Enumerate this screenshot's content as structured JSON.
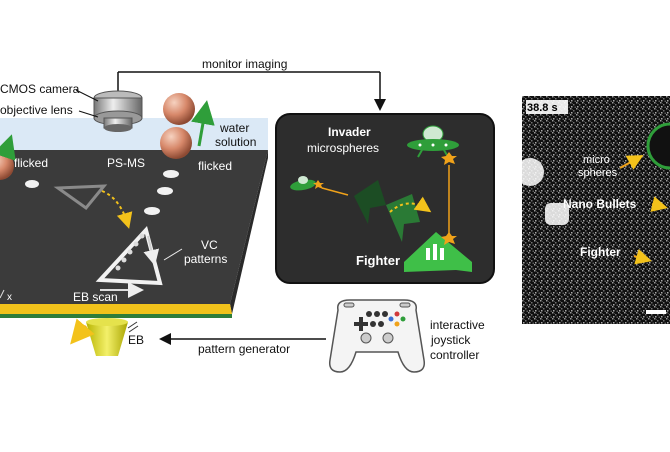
{
  "left_panel": {
    "camera_label": "CMOS camera",
    "lens_label": "objective lens",
    "water_label_line1": "water",
    "water_label_line2": "solution",
    "psms_label": "PS-MS",
    "flicked_left": "flicked",
    "flicked_right": "flicked",
    "vc_label_line1": "VC",
    "vc_label_line2": "patterns",
    "eb_scan_label": "EB scan",
    "axis_x": "x",
    "eb_label": "EB"
  },
  "arrows": {
    "monitor_imaging": "monitor imaging",
    "pattern_generator": "pattern generator"
  },
  "game_panel": {
    "invader_line1": "Invader",
    "invader_line2": "microspheres",
    "fighter": "Fighter"
  },
  "controller": {
    "label_line1": "interactive",
    "label_line2": "joystick",
    "label_line3": "controller"
  },
  "micrograph": {
    "timestamp": "38.8 s",
    "micro_line1": "micro",
    "micro_line2": "spheres",
    "nano_bullets": "Nano Bullets",
    "fighter": "Fighter"
  },
  "colors": {
    "plate_top": "#3b3b3b",
    "plate_edge": "#f1c21b",
    "game_bg": "#2d2d2d",
    "green": "#2f9e3a",
    "orange": "#f0a21a",
    "sphere": "#d7886a"
  }
}
